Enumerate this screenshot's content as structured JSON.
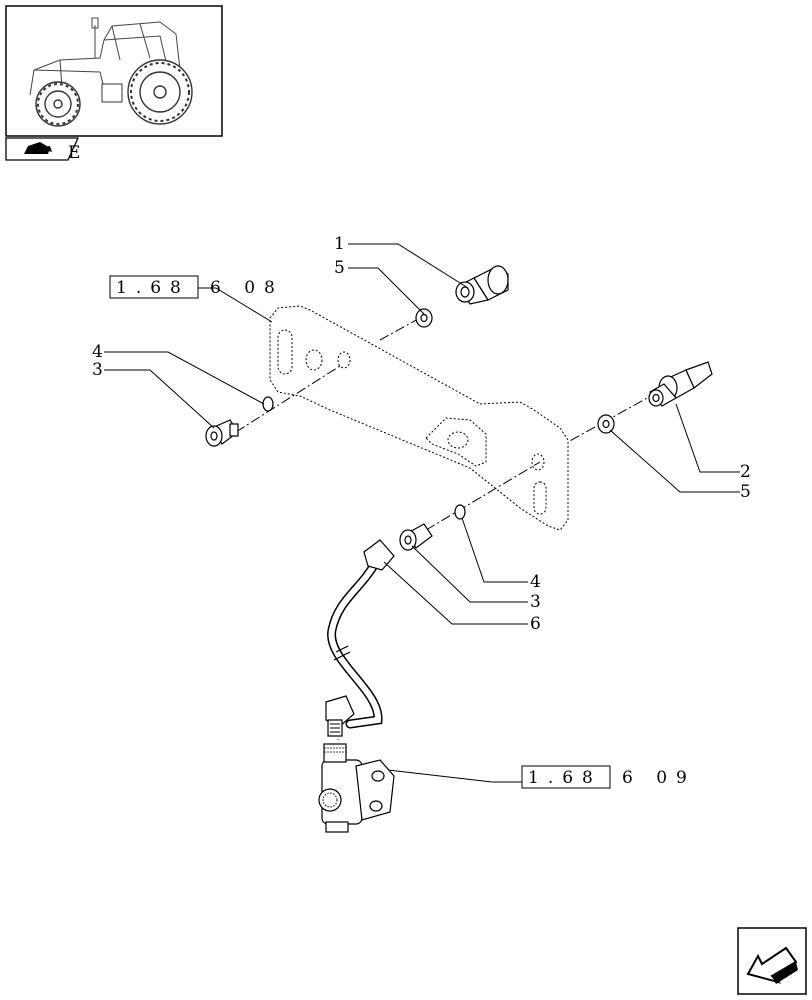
{
  "icons": {
    "thumbnail": "tractor-thumbnail-icon",
    "section_tag": "section-tag-icon",
    "nav_arrow": "navigation-arrow-icon"
  },
  "thumbnail_caption": "E",
  "callouts": {
    "c1": "1",
    "c5_top": "5",
    "c4_left": "4",
    "c3_left": "3",
    "c2_right": "2",
    "c5_right": "5",
    "c4_mid": "4",
    "c3_mid": "3",
    "c6": "6"
  },
  "references": {
    "ref_top": {
      "boxed": "1.68",
      "suffix": "6 08"
    },
    "ref_bottom": {
      "boxed": "1.68",
      "suffix": "6 09"
    }
  }
}
